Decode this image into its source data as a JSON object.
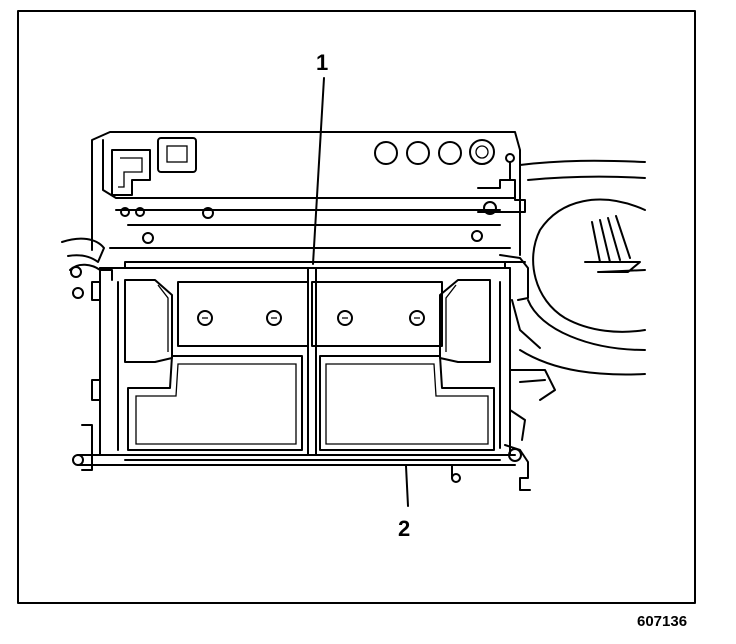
{
  "diagram": {
    "callouts": [
      {
        "id": "callout-1",
        "label": "1"
      },
      {
        "id": "callout-2",
        "label": "2"
      }
    ],
    "figure_id": "607136"
  }
}
